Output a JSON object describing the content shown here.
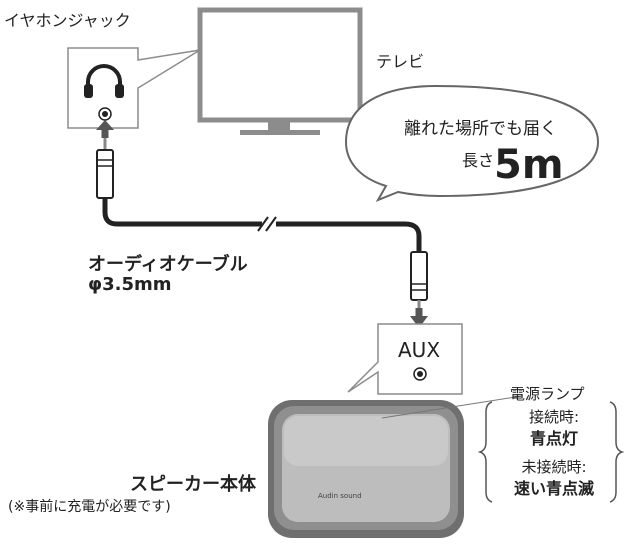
{
  "labels": {
    "earphone_jack": "イヤホンジャック",
    "tv": "テレビ",
    "bubble_line1": "離れた場所でも届く",
    "bubble_prefix": "長さ",
    "bubble_length": "5m",
    "cable_name": "オーディオケーブル",
    "cable_spec": "φ3.5mm",
    "aux": "AUX",
    "power_lamp": "電源ランプ",
    "connected_label": "接続時:",
    "connected_state": "青点灯",
    "unconnected_label": "未接続時:",
    "unconnected_state": "速い青点滅",
    "speaker_name": "スピーカー本体",
    "speaker_note": "(※事前に充電が必要です)",
    "brand": "Audin sound"
  },
  "icons": {
    "headphones": "headphones-icon",
    "jack": "jack-port-icon"
  },
  "colors": {
    "cable": "#222222",
    "frame": "#8c8c8c",
    "speaker": "#6f6f6f",
    "arrow": "#555555"
  }
}
